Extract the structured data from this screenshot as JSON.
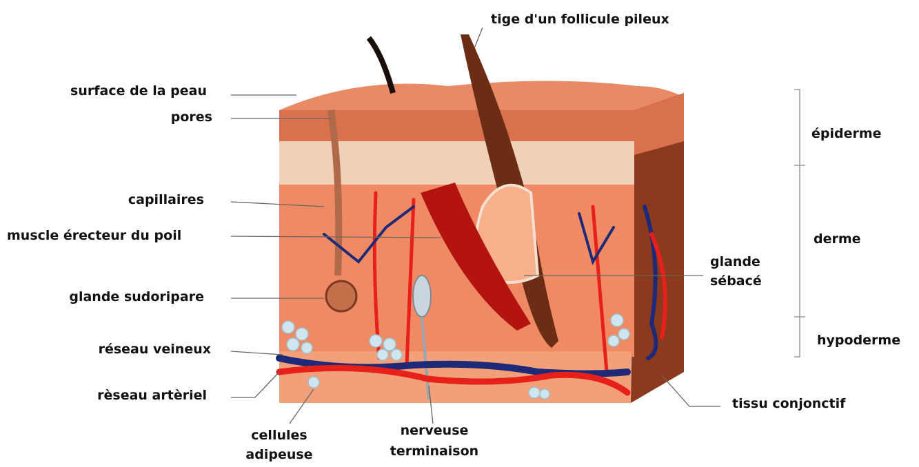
{
  "labels": {
    "hair_shaft": "tige d'un follicule pileux",
    "skin_surface": "surface de la peau",
    "pores": "pores",
    "capillaries": "capillaires",
    "arrector_muscle": "muscle érecteur du poil",
    "sweat_gland": "glande sudoripare",
    "venous_network": "réseau veineux",
    "arterial_network": "rèseau artèriel",
    "fat_cells_1": "cellules",
    "fat_cells_2": "adipeuse",
    "nerve_1": "nerveuse",
    "nerve_2": "terminaison",
    "epidermis": "épiderme",
    "dermis": "derme",
    "hypodermis": "hypoderme",
    "sebaceous_1": "glande",
    "sebaceous_2": "sébacé",
    "connective_tissue": "tissu conjonctif"
  },
  "colors": {
    "epidermis": "#d9714f",
    "epidermis_top": "#e88a66",
    "dermis": "#f08a64",
    "side_face": "#8b3a1e",
    "hair": "#6b2e14",
    "vein": "#1e2a78",
    "artery": "#e8201a",
    "fat": "#cfe6ee",
    "leader": "#555555"
  }
}
